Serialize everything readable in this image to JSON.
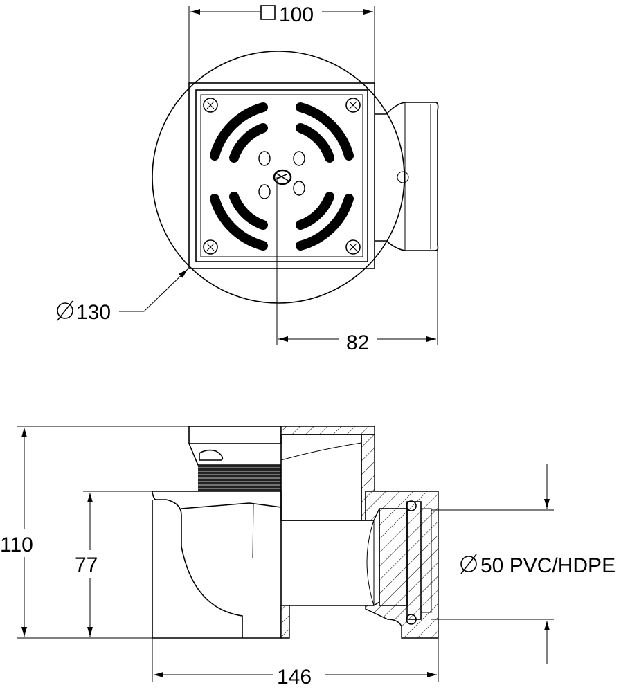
{
  "title": "Floor drain technical drawing",
  "top_view": {
    "square_dim": "100",
    "square_symbol": "□",
    "outlet_offset_dim": "82",
    "body_diameter_dim": "130",
    "diameter_symbol": "⌀"
  },
  "side_view": {
    "total_height_dim": "110",
    "outlet_height_dim": "77",
    "total_length_dim": "146",
    "outlet_label": "50 PVC/HDPE",
    "diameter_symbol": "⌀"
  }
}
